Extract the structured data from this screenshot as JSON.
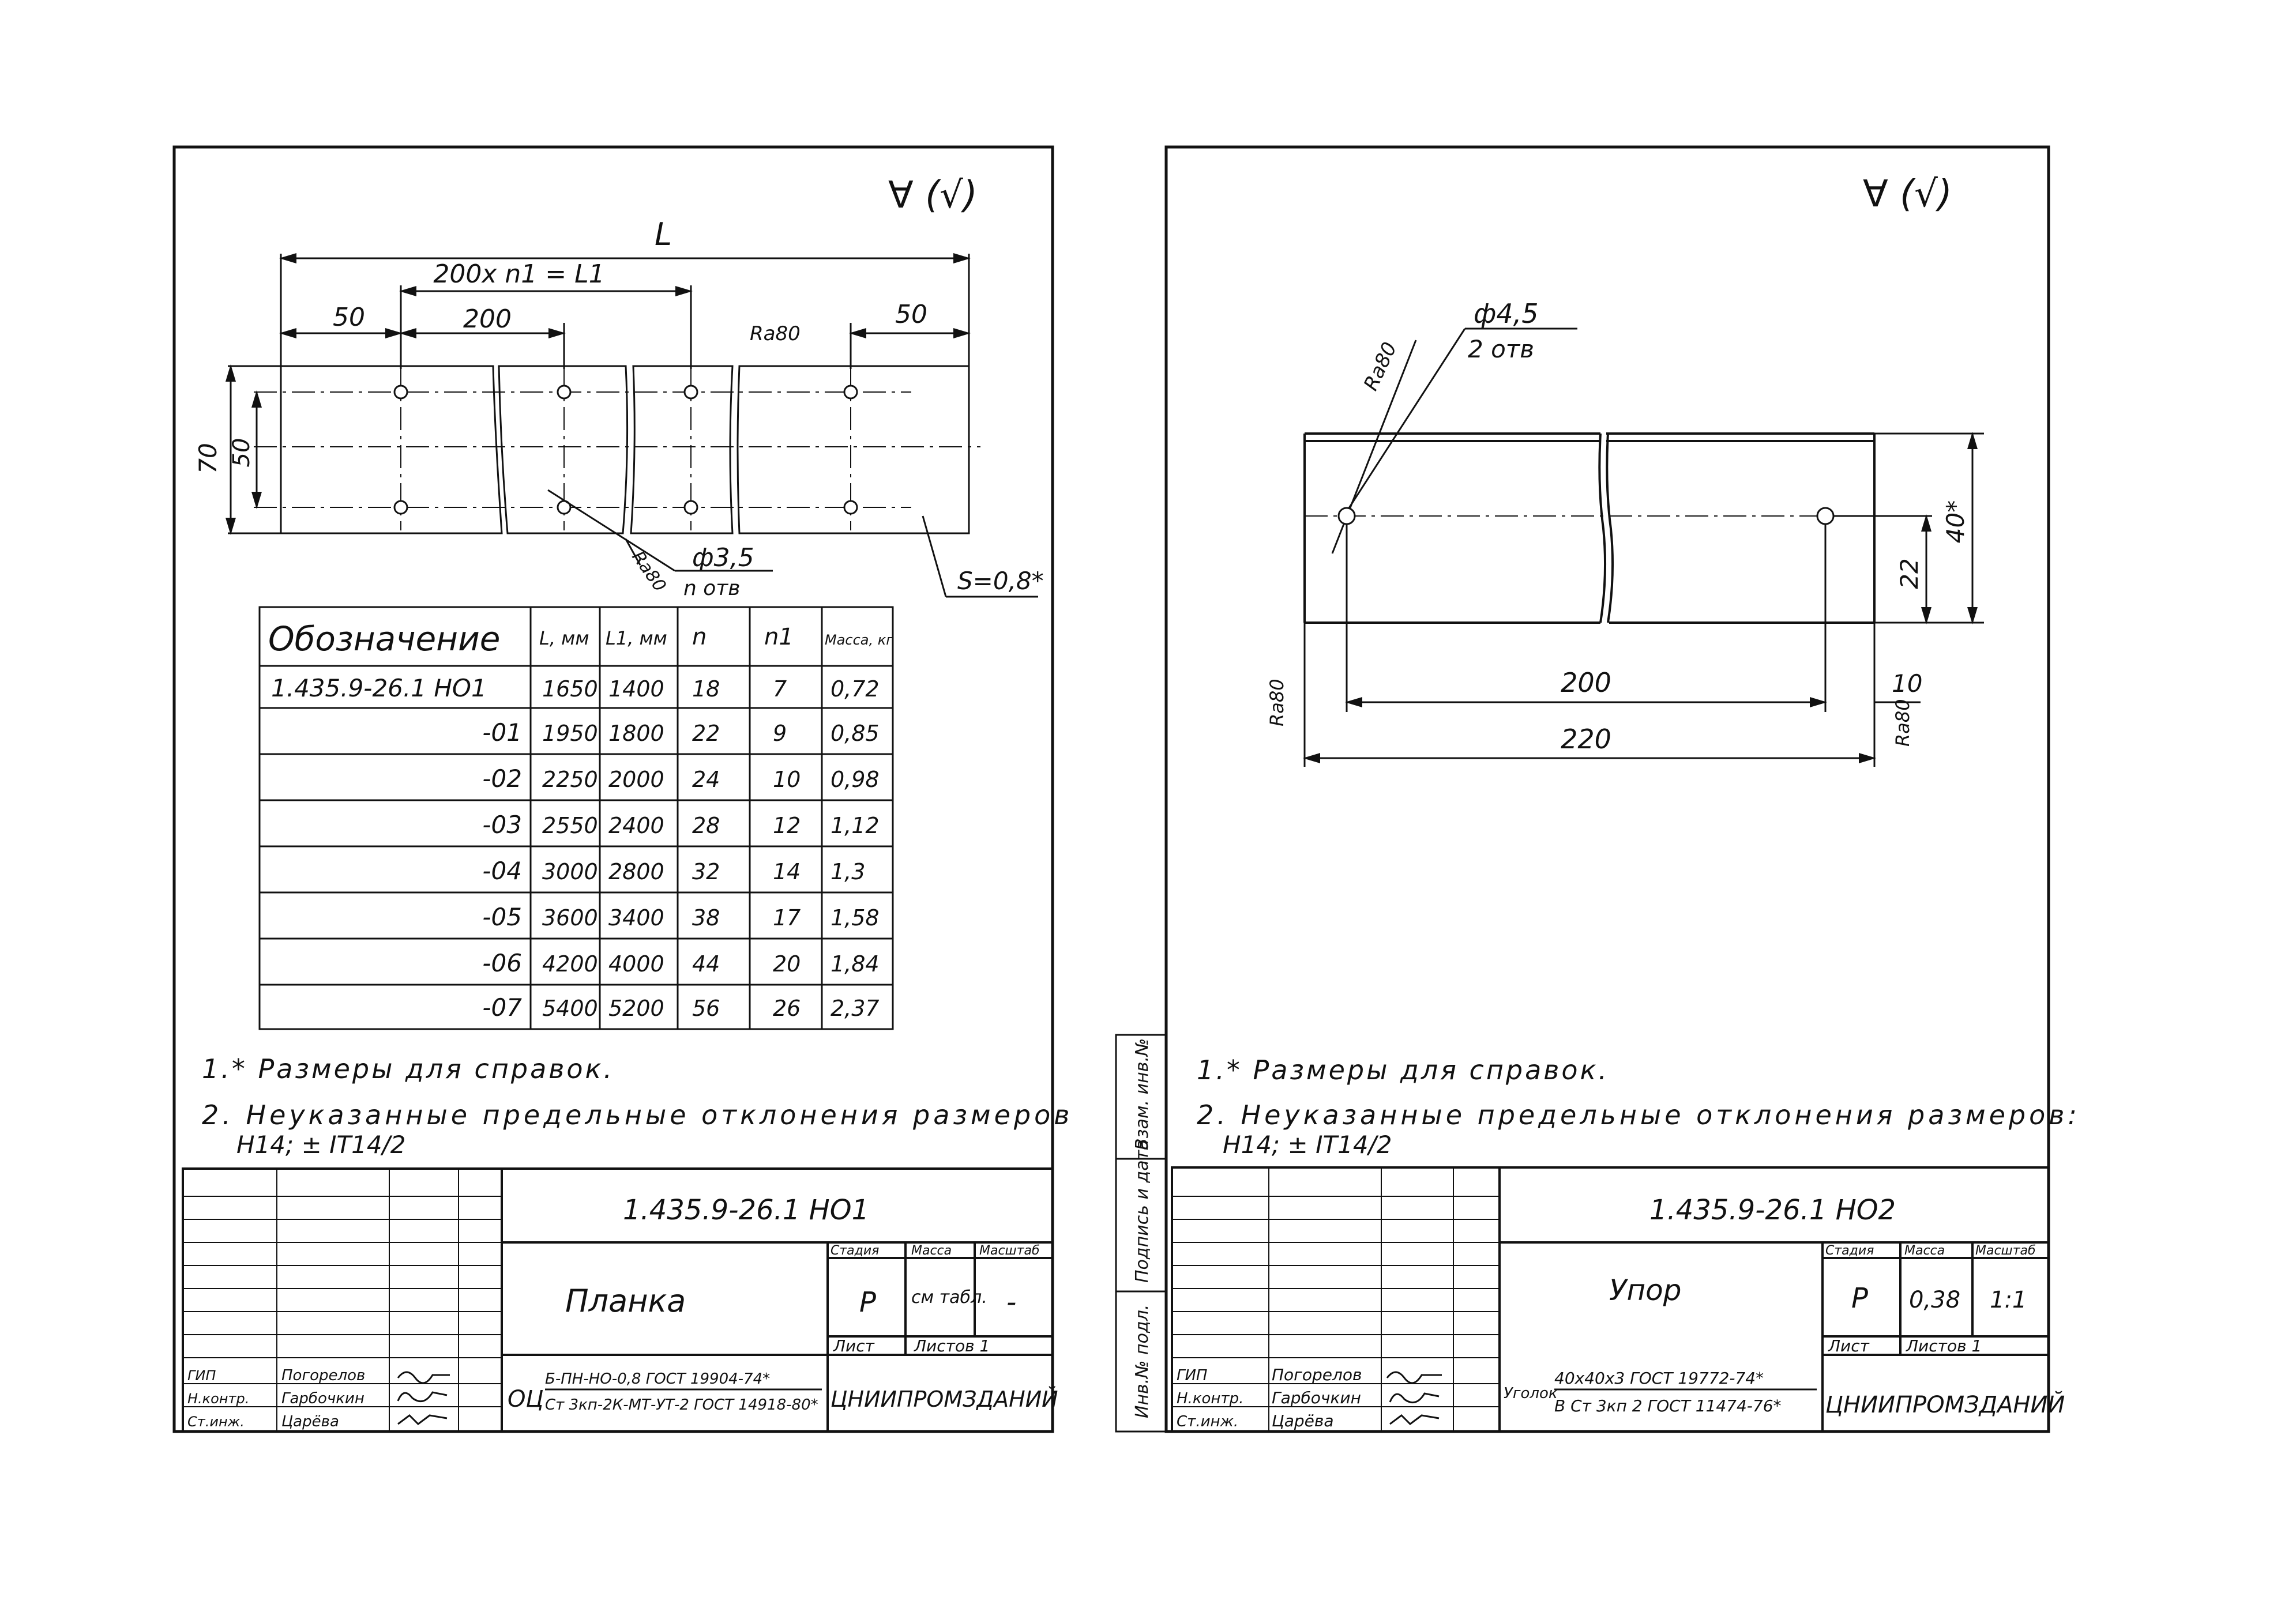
{
  "sheet1": {
    "roughness": "∀ (√)",
    "dims": {
      "L": "L",
      "pitch_formula": "200х n1 = L1",
      "left_50": "50",
      "pitch_200": "200",
      "right_50": "50",
      "ra_top": "Ra80",
      "height_70": "70",
      "height_50": "50",
      "ra_hole": "Ra80",
      "hole_dia": "ф3,5",
      "hole_qty": "n отв",
      "thickness": "S=0,8*"
    },
    "table": {
      "headers": [
        "Обозначение",
        "L, мм",
        "L1, мм",
        "n",
        "n1",
        "Масса, кг"
      ],
      "rows": [
        [
          "1.435.9-26.1 НО1",
          "1650",
          "1400",
          "18",
          "7",
          "0,72"
        ],
        [
          "-01",
          "1950",
          "1800",
          "22",
          "9",
          "0,85"
        ],
        [
          "-02",
          "2250",
          "2000",
          "24",
          "10",
          "0,98"
        ],
        [
          "-03",
          "2550",
          "2400",
          "28",
          "12",
          "1,12"
        ],
        [
          "-04",
          "3000",
          "2800",
          "32",
          "14",
          "1,3"
        ],
        [
          "-05",
          "3600",
          "3400",
          "38",
          "17",
          "1,58"
        ],
        [
          "-06",
          "4200",
          "4000",
          "44",
          "20",
          "1,84"
        ],
        [
          "-07",
          "5400",
          "5200",
          "56",
          "26",
          "2,37"
        ]
      ]
    },
    "notes": {
      "n1": "1.* Размеры для справок.",
      "n2": "2. Неуказанные предельные отклонения размеров",
      "n3": "Н14; ± IT14/2"
    },
    "title_block": {
      "code": "1.435.9-26.1 НО1",
      "name": "Планка",
      "stage_h": "Стадия",
      "mass_h": "Масса",
      "scale_h": "Масштаб",
      "stage": "Р",
      "mass": "см табл.",
      "scale": "-",
      "sheet_h": "Лист",
      "sheets_h": "Листов 1",
      "material_prefix": "ОЦ",
      "material_top": "Б-ПН-НО-0,8 ГОСТ 19904-74*",
      "material_bottom": "Ст 3кп-2К-МТ-УТ-2 ГОСТ 14918-80*",
      "org": "ЦНИИПРОМЗДАНИЙ",
      "staff": [
        {
          "role": "ГИП",
          "name": "Погорелов"
        },
        {
          "role": "Н.контр.",
          "name": "Гарбочкин"
        },
        {
          "role": "Ст.инж.",
          "name": "Царёва"
        }
      ]
    }
  },
  "sheet2": {
    "roughness": "∀ (√)",
    "dims": {
      "hole_dia": "ф4,5",
      "hole_qty": "2 отв",
      "ra_hole": "Ra80",
      "height_40": "40*",
      "height_22": "22",
      "len_200": "200",
      "len_220": "220",
      "end_10": "10",
      "ra_left": "Ra80",
      "ra_right": "Ra80"
    },
    "notes": {
      "n1": "1.* Размеры для справок.",
      "n2": "2. Неуказанные предельные отклонения размеров:",
      "n3": "Н14; ± IT14/2"
    },
    "side_stamp": {
      "c1": "Инв.№ подл.",
      "c2": "Подпись и дата",
      "c3": "Взам. инв.№"
    },
    "title_block": {
      "code": "1.435.9-26.1 НО2",
      "name": "Упор",
      "stage_h": "Стадия",
      "mass_h": "Масса",
      "scale_h": "Масштаб",
      "stage": "Р",
      "mass": "0,38",
      "scale": "1:1",
      "sheet_h": "Лист",
      "sheets_h": "Листов 1",
      "material_prefix": "Уголок",
      "material_top": "40х40х3 ГОСТ 19772-74*",
      "material_bottom": "В Ст 3кп 2 ГОСТ 11474-76*",
      "org": "ЦНИИПРОМЗДАНИЙ",
      "staff": [
        {
          "role": "ГИП",
          "name": "Погорелов"
        },
        {
          "role": "Н.контр.",
          "name": "Гарбочкин"
        },
        {
          "role": "Ст.инж.",
          "name": "Царёва"
        }
      ]
    }
  }
}
